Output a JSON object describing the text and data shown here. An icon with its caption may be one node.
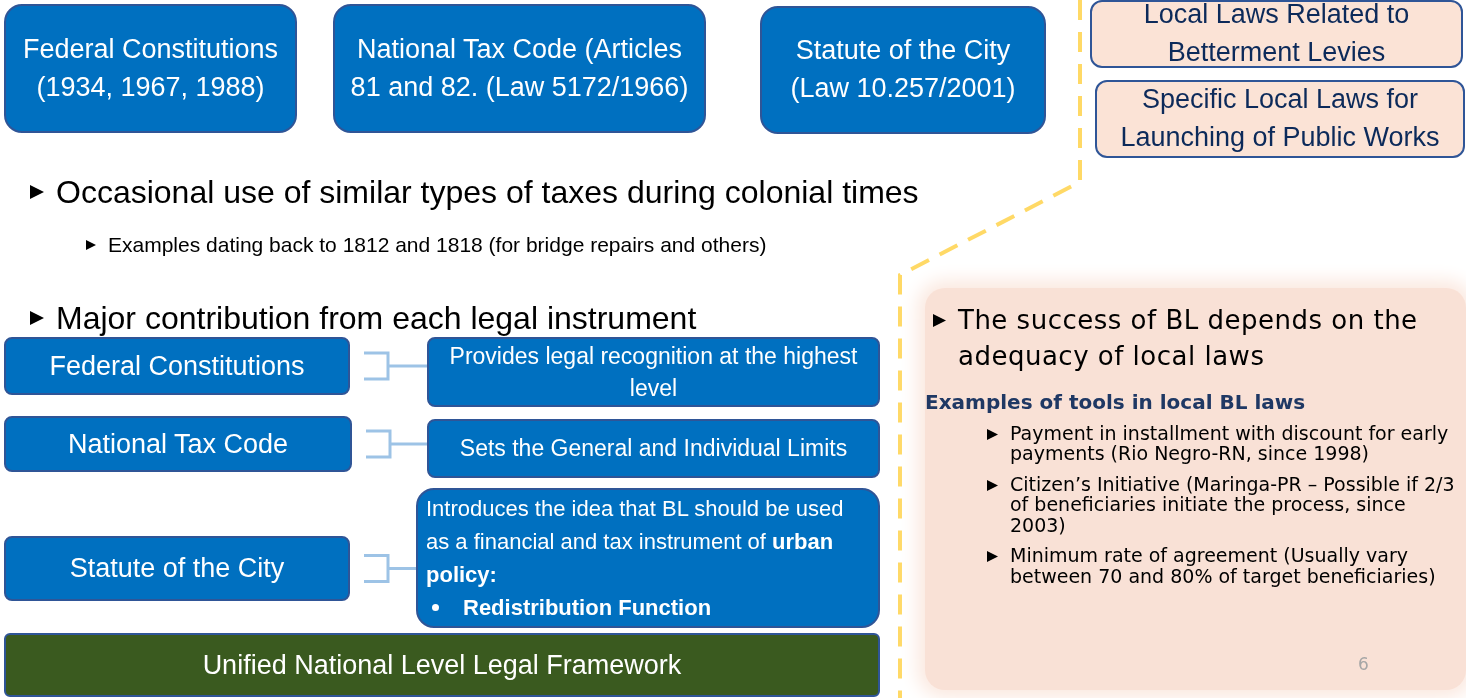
{
  "diagram": {
    "nodes": [
      {
        "text": [
          "Federal Constitutions (1934, 1967, 1988)"
        ]
      },
      {
        "text": [
          "National Tax Code (Articles 81 and 82. (Law 5172/1966)"
        ]
      },
      {
        "text": [
          "Statute of the City (Law 10.257/2001)"
        ]
      },
      {
        "text": [
          "Local Laws Related to Betterment Levies"
        ]
      },
      {
        "text": [
          "Specific Local Laws for Launching of Public Works"
        ]
      },
      {
        "text": [
          "Federal Constitutions"
        ]
      },
      {
        "text": [
          "Provides legal recognition at the highest level"
        ]
      },
      {
        "text": [
          "National Tax Code"
        ]
      },
      {
        "text": [
          "Sets the General and Individual Limits"
        ]
      },
      {
        "text": [
          "Statute of the City"
        ]
      },
      {
        "text": [
          "Introduces the idea that BL should be used as a financial and tax instrument of **urban policy:**",
          "Redistribution Function"
        ]
      },
      {
        "text": [
          "Unified National Level Legal Framework"
        ]
      },
      {
        "text": [
          "The success of BL depends on the adequacy of local laws",
          "Examples of tools in local BL laws",
          "Payment in installment with discount for early payments (Rio Negro-RN, since 1998)",
          "Citizen’s Initiative (Maringa-PR – Possible if 2/3 of beneficiaries initiate the process, since 2003)",
          "Minimum rate of agreement (Usually vary between 70 and 80% of target beneficiaries)"
        ]
      }
    ],
    "edges": [
      {
        "from": 5,
        "to": 6,
        "arrow": "none"
      },
      {
        "from": 7,
        "to": 8,
        "arrow": "none"
      },
      {
        "from": 9,
        "to": 10,
        "arrow": "none"
      }
    ],
    "labels": [
      "Occasional use of similar types of taxes during colonial times",
      "Examples dating back to 1812 and 1818 (for bridge repairs and others)",
      "Major contribution from each legal instrument",
      "6"
    ]
  }
}
